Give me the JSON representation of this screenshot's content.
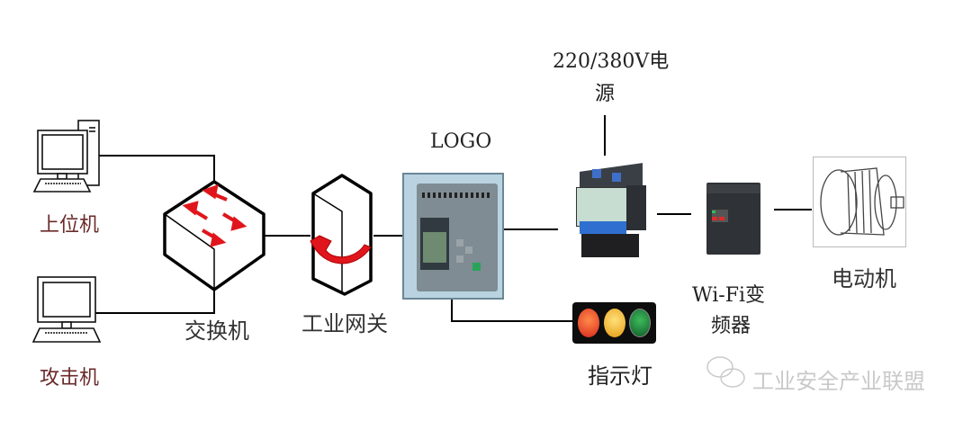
{
  "diagram": {
    "nodes": {
      "host_pc": {
        "label": "上位机",
        "icon": "desktop-computer-icon"
      },
      "attacker_pc": {
        "label": "攻击机",
        "icon": "desktop-computer-icon"
      },
      "switch": {
        "label": "交换机",
        "icon": "network-switch-icon"
      },
      "gateway": {
        "label": "工业网关",
        "icon": "industrial-gateway-icon"
      },
      "logo": {
        "label": "LOGO",
        "icon": "plc-logo-device-icon"
      },
      "power": {
        "label_line1": "220/380V电",
        "label_line2": "源"
      },
      "contactor": {
        "icon": "contactor-icon"
      },
      "indicator": {
        "label": "指示灯",
        "icon": "traffic-light-icon",
        "lights": [
          "#e8392a",
          "#f2b21d",
          "#1f8a3c"
        ]
      },
      "vfd": {
        "label_line1": "Wi-Fi变",
        "label_line2": "频器",
        "icon": "frequency-converter-icon"
      },
      "motor": {
        "label": "电动机",
        "icon": "electric-motor-icon"
      }
    },
    "edges": [
      [
        "host_pc",
        "switch"
      ],
      [
        "attacker_pc",
        "switch"
      ],
      [
        "switch",
        "gateway"
      ],
      [
        "gateway",
        "logo"
      ],
      [
        "logo",
        "contactor"
      ],
      [
        "logo",
        "indicator"
      ],
      [
        "power",
        "contactor"
      ],
      [
        "contactor",
        "vfd"
      ],
      [
        "vfd",
        "motor"
      ]
    ],
    "colors": {
      "arrow_red": "#e0161c",
      "pc_label": "#6b2a2a",
      "logo_panel": "#b9d3e0"
    }
  },
  "watermark": {
    "text": "工业安全产业联盟",
    "icon": "wechat-icon"
  }
}
